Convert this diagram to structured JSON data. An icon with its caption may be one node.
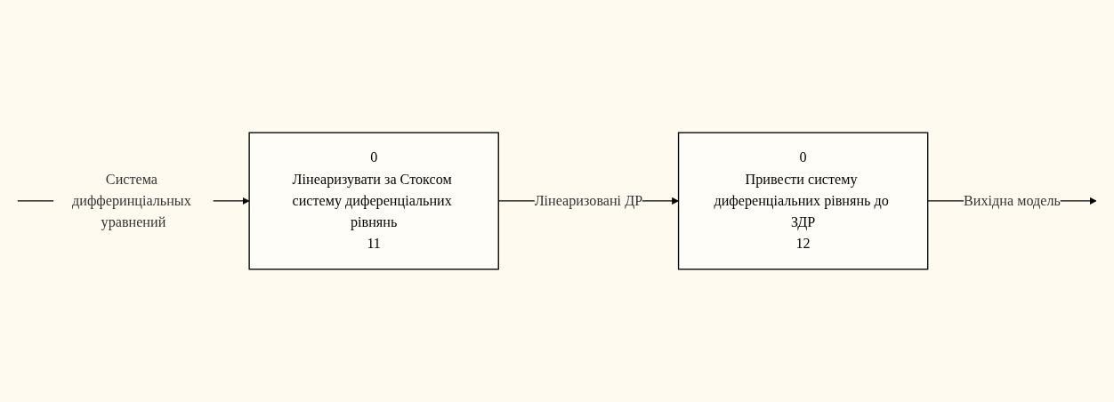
{
  "diagram": {
    "nodes": [
      {
        "text": [
          "0",
          "Лінеаризувати за Стоксом систему диференціальних рівнянь",
          "11"
        ]
      },
      {
        "text": [
          "0",
          "Привести систему диференціальних рівнянь до ЗДР",
          "12"
        ]
      }
    ],
    "edges": [
      {
        "from": null,
        "to": 0,
        "arrow": "to",
        "label": "Система дифферинціальных уравнений"
      },
      {
        "from": 0,
        "to": 1,
        "arrow": "to",
        "label": "Лінеаризовані ДР"
      },
      {
        "from": 1,
        "to": null,
        "arrow": "to",
        "label": "Вихідна модель"
      }
    ]
  }
}
